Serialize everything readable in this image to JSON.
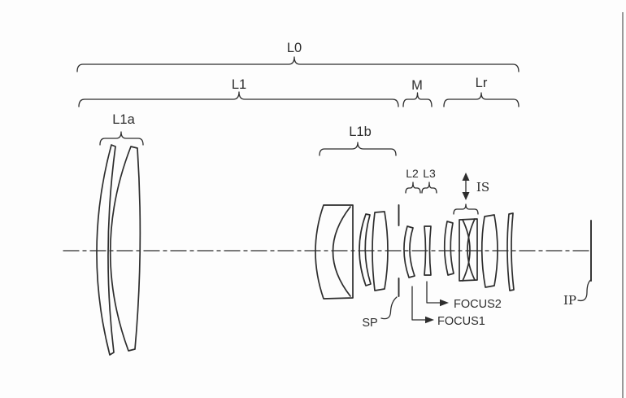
{
  "diagram": {
    "kind": "optical-lens-cross-section",
    "group_labels": {
      "l0": "L0",
      "l1": "L1",
      "l1a": "L1a",
      "l1b": "L1b",
      "m": "M",
      "lr": "Lr",
      "l2": "L2",
      "l3": "L3"
    },
    "annotations": {
      "is": "IS",
      "sp": "SP",
      "focus1": "FOCUS1",
      "focus2": "FOCUS2",
      "ip": "IP"
    },
    "colors": {
      "line": "#2d2d2d",
      "background": "#fdfdfd",
      "frame": "#999999"
    }
  }
}
